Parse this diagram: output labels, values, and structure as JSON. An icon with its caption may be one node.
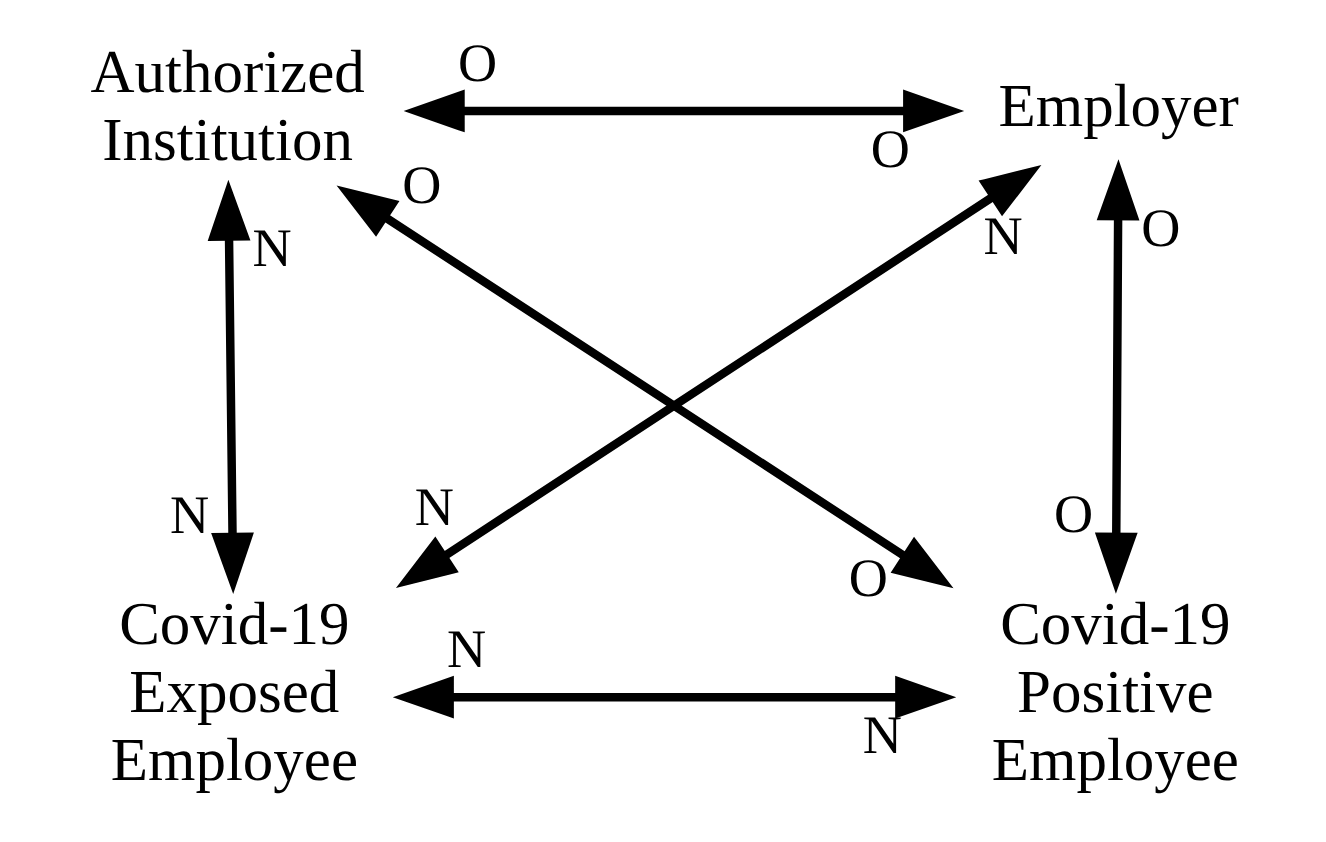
{
  "diagram": {
    "nodes": [
      {
        "text": [
          "Authorized Institution"
        ]
      },
      {
        "text": [
          "Employer"
        ]
      },
      {
        "text": [
          "Covid-19 Exposed Employee"
        ]
      },
      {
        "text": [
          "Covid-19 Positive Employee"
        ]
      }
    ],
    "edges": [
      {
        "from": 0,
        "to": 1,
        "arrow": "both"
      },
      {
        "from": 0,
        "to": 2,
        "arrow": "both"
      },
      {
        "from": 1,
        "to": 3,
        "arrow": "both"
      },
      {
        "from": 0,
        "to": 3,
        "arrow": "both"
      },
      {
        "from": 1,
        "to": 2,
        "arrow": "both"
      },
      {
        "from": 2,
        "to": 3,
        "arrow": "both"
      }
    ],
    "labels": [
      "O",
      "O",
      "O",
      "N",
      "O",
      "N",
      "N",
      "N",
      "O",
      "O",
      "N",
      "N"
    ]
  }
}
